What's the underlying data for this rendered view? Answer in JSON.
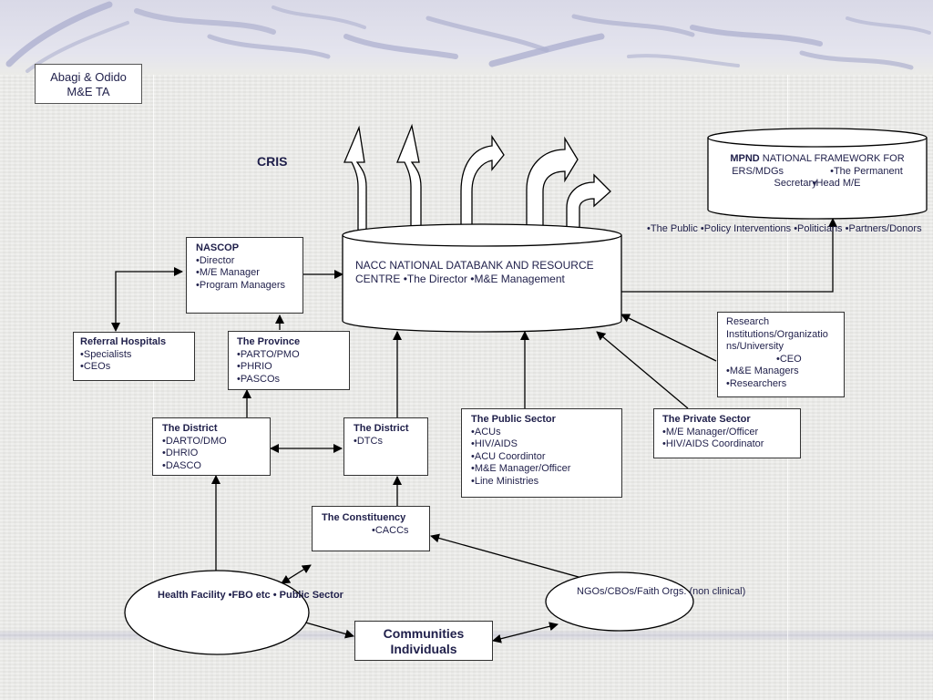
{
  "slide": {
    "author_box": {
      "line1": "Abagi & Odido",
      "line2": "M&E TA"
    },
    "heading": "CRIS"
  },
  "nodes": {
    "mpnd": {
      "title": "MPND",
      "subtitle1": "NATIONAL FRAMEWORK FOR",
      "subtitle2": "ERS/MDGs",
      "items": [
        "•The Permanent Secretary",
        "•Head M/E"
      ]
    },
    "nacc": {
      "title": "NACC",
      "subtitle1": "NATIONAL DATABANK AND RESOURCE",
      "subtitle2": "CENTRE",
      "items": [
        "•The Director",
        "•M&E Management"
      ]
    },
    "users": {
      "items": [
        "•The Public",
        "•Policy Interventions",
        "•Politicians",
        "•Partners/Donors"
      ]
    },
    "nascop": {
      "title": "NASCOP",
      "items": [
        "•Director",
        "•M/E Manager",
        "•Program Managers"
      ]
    },
    "referral": {
      "title": "Referral Hospitals",
      "items": [
        "•Specialists",
        "•CEOs"
      ]
    },
    "province": {
      "title": "The Province",
      "items": [
        "•PARTO/PMO",
        "•PHRIO",
        "•PASCOs"
      ]
    },
    "district_left": {
      "title": "The District",
      "items": [
        "•DARTO/DMO",
        "•DHRIO",
        "•DASCO"
      ]
    },
    "district_right": {
      "title": "The District",
      "items": [
        "•DTCs"
      ]
    },
    "constituency": {
      "title": "The Constituency",
      "items": [
        "•CACCs"
      ]
    },
    "public_sector": {
      "title": "The Public Sector",
      "items": [
        "•ACUs",
        "•HIV/AIDS",
        "•ACU Coordintor",
        "•M&E Manager/Officer",
        "•Line Ministries"
      ]
    },
    "private_sector": {
      "title": "The Private Sector",
      "items": [
        "•M/E Manager/Officer",
        "•HIV/AIDS Coordinator"
      ]
    },
    "research": {
      "lines": [
        "Research",
        "Institutions/Organizatio",
        "ns/University",
        "•CEO",
        "•M&E Managers",
        "•Researchers"
      ]
    },
    "health_facility": {
      "title": "Health Facility",
      "items": [
        "•FBO etc",
        "• Public Sector"
      ]
    },
    "communities": {
      "line1": "Communities",
      "line2": "Individuals"
    },
    "ngos": {
      "lines": [
        "NGOs/CBOs/Faith",
        "Orgs. (non",
        "clinical)"
      ]
    }
  },
  "colors": {
    "text": "#1f1f4a",
    "line": "#000000",
    "band": "#b8b8d6"
  }
}
